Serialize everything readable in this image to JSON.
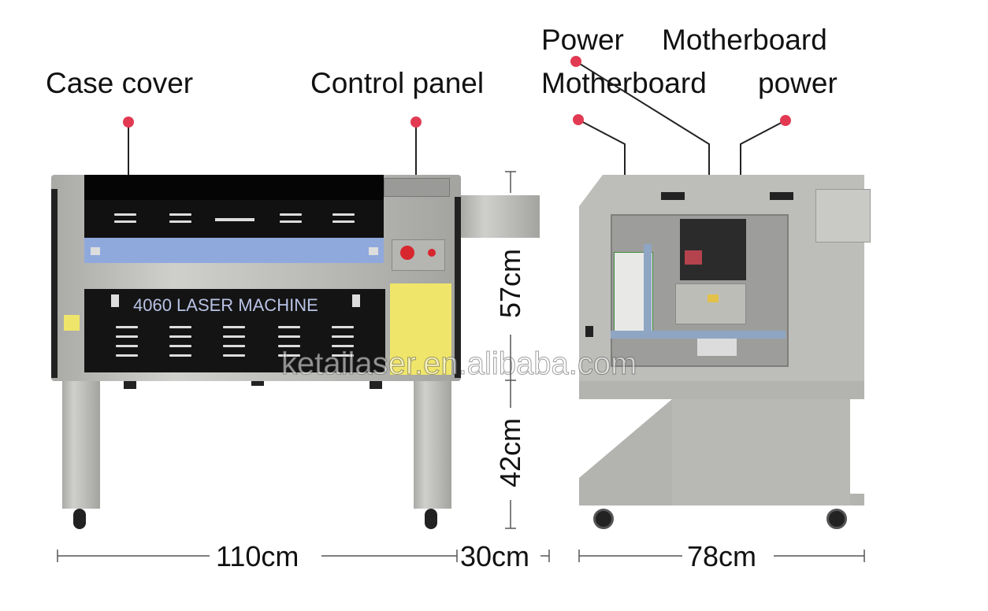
{
  "labels": {
    "case_cover": "Case cover",
    "control_panel": "Control panel",
    "power_top": "Power",
    "motherboard_top": "Motherboard",
    "motherboard": "Motherboard",
    "power": "power"
  },
  "machine": {
    "model_text": "4060 LASER MACHINE",
    "watermark": "ketailaser.en.alibaba.com"
  },
  "dimensions": {
    "width_front": "110cm",
    "extension": "30cm",
    "depth_side": "78cm",
    "upper_height": "57cm",
    "lower_height": "42cm"
  },
  "colors": {
    "marker": "#e23a52",
    "lid_blue": "#8fa9dd",
    "body_gray": "#bdbdba",
    "panel_black": "#141414"
  }
}
